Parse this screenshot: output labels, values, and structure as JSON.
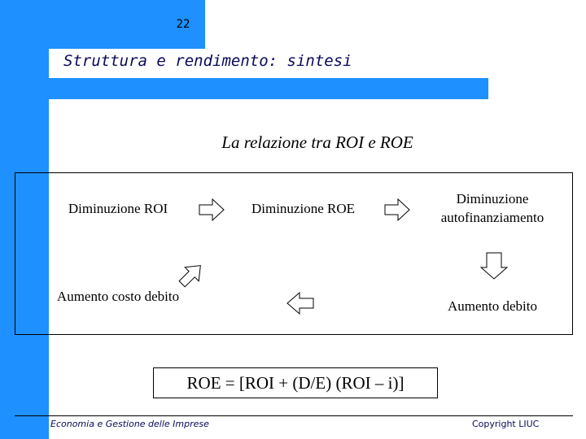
{
  "slide": {
    "number": "22",
    "title": "Struttura e rendimento: sintesi",
    "subtitle": "La relazione tra ROI e ROE"
  },
  "diagram": {
    "nodes": {
      "roi_decrease": "Diminuzione ROI",
      "roe_decrease": "Diminuzione ROE",
      "self_financing_decrease": "Diminuzione autofinanziamento",
      "debt_increase": "Aumento debito",
      "debt_cost_increase": "Aumento costo debito"
    },
    "formula": "ROE = [ROI + (D/E) (ROI – i)]"
  },
  "footer": {
    "left": "Economia e Gestione delle Imprese",
    "right": "Copyright LIUC"
  },
  "colors": {
    "accent": "#1e90ff",
    "title_text": "#0a0a5a"
  }
}
